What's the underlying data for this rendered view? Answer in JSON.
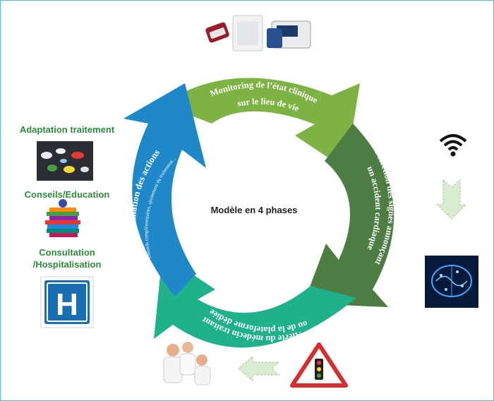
{
  "center_label": "Modèle en 4 phases",
  "phases": [
    {
      "name": "monitoring",
      "line1": "Monitoring de l’état clinique",
      "line2": "sur le lieu de vie",
      "color": "#7cb342"
    },
    {
      "name": "detection",
      "line1": "Détection des signes annonçant",
      "line2": "un accident cardiaque",
      "color": "#4e7d43"
    },
    {
      "name": "alerte",
      "line1": "Alerte du médecin traitant",
      "line2": "ou de la plateforme dédiée",
      "color": "#1fb08c"
    },
    {
      "name": "coordination",
      "line1": "Coordination des actions",
      "line2": "conseils complémentaires, ajustement du traitement...",
      "color": "#1e88c8"
    }
  ],
  "left_labels": {
    "adaptation": "Adaptation traitement",
    "conseils": "Conseils/Education",
    "consultation_1": "Consultation",
    "consultation_2": "/Hospitalisation"
  },
  "hospital_letter": "H",
  "icons": {
    "devices": "medical-devices-icon",
    "wifi": "wifi-icon",
    "down_arrow": "down-arrow-icon",
    "brain": "brain-ai-icon",
    "traffic_light": "traffic-light-warning-icon",
    "left_arrow": "left-arrow-icon",
    "doctors": "doctors-photo",
    "pills": "pills-photo",
    "books": "books-icon",
    "hospital": "hospital-sign-icon"
  }
}
